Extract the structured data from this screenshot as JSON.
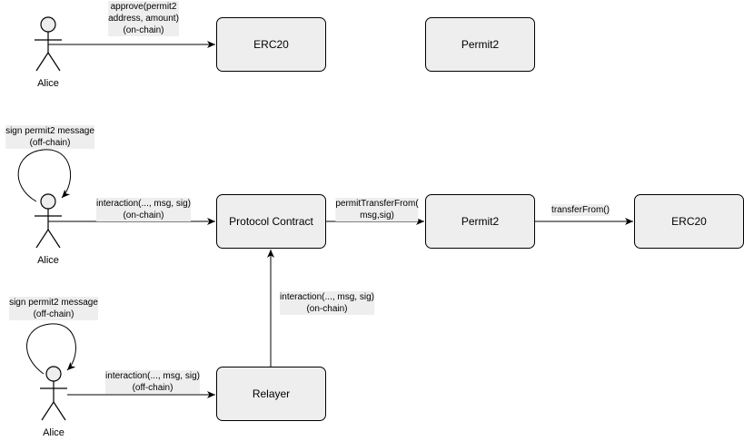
{
  "colors": {
    "box_fill": "#eeeeee",
    "stroke": "#000000",
    "label_bg": "#eeeeee"
  },
  "actors": [
    {
      "id": "alice-1",
      "name": "Alice"
    },
    {
      "id": "alice-2",
      "name": "Alice"
    },
    {
      "id": "alice-3",
      "name": "Alice"
    }
  ],
  "nodes": {
    "erc20_top": "ERC20",
    "permit2_top": "Permit2",
    "protocol_contract": "Protocol Contract",
    "permit2_mid": "Permit2",
    "erc20_mid": "ERC20",
    "relayer": "Relayer"
  },
  "edges": {
    "approve": [
      "approve(permit2",
      "address, amount)",
      "(on-chain)"
    ],
    "sign_1": [
      "sign permit2 message",
      "(off-chain)"
    ],
    "interaction_1": [
      "interaction(..., msg, sig)",
      "(on-chain)"
    ],
    "permit_transfer": [
      "permitTransferFrom(",
      "msg,sig)"
    ],
    "transfer_from": [
      "transferFrom()"
    ],
    "sign_2": [
      "sign permit2 message",
      "(off-chain)"
    ],
    "relayer_to_protocol": [
      "interaction(..., msg, sig)",
      "(on-chain)"
    ],
    "alice_to_relayer": [
      "interaction(..., msg, sig)",
      "(off-chain)"
    ]
  }
}
